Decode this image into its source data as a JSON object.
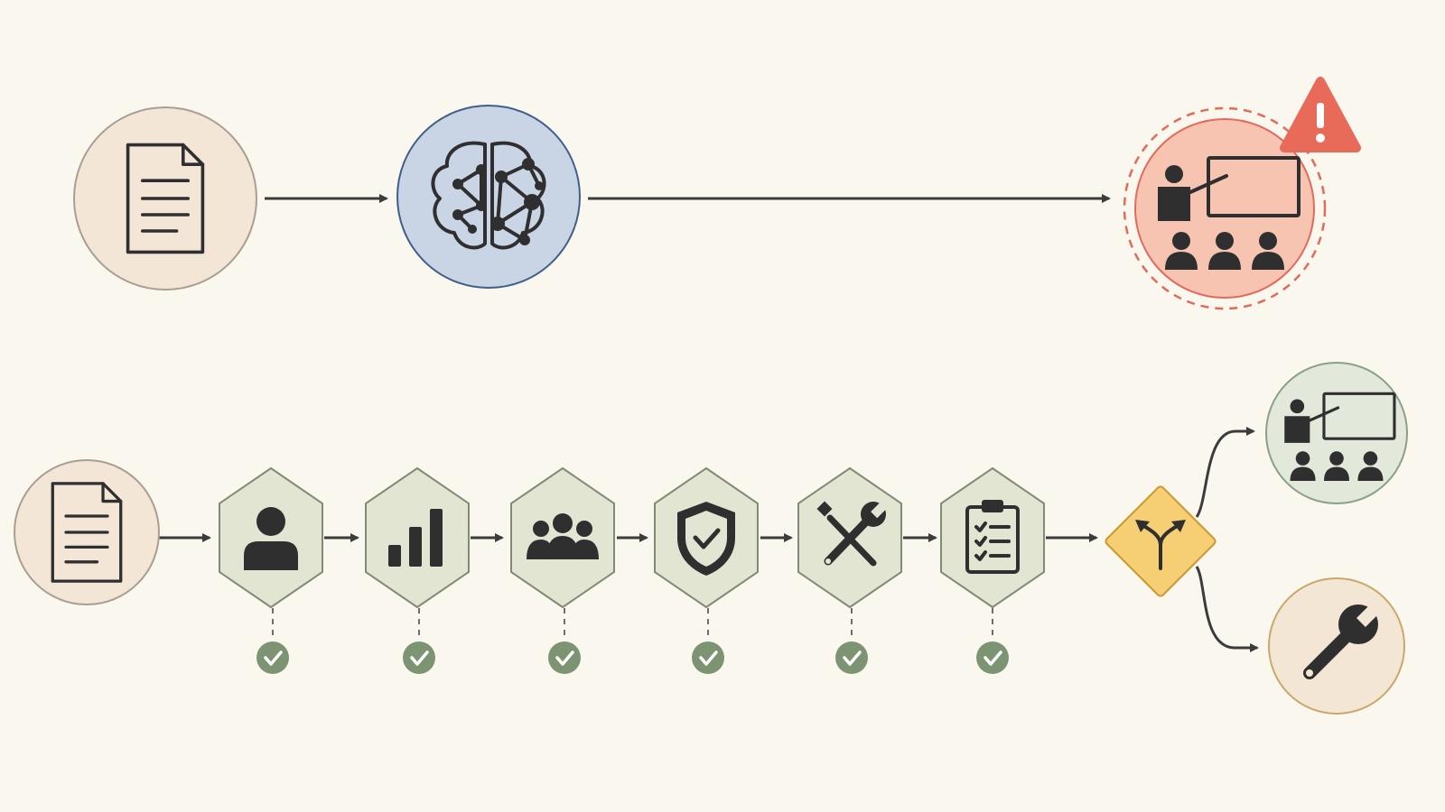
{
  "diagram": {
    "colors": {
      "background": "#faf7ef",
      "document_node": "#f3e6d6",
      "brain_node": "#c9d5e4",
      "alert_node": "#f6c4b1",
      "alert_badge": "#e86a58",
      "step_node": "#e2e5d2",
      "check_badge": "#7d9473",
      "decision_node": "#f6ce74",
      "outcome_training": "#e2e8da",
      "outcome_repair": "#f3e6d4",
      "edge": "#3b3b3b"
    },
    "top_flow": {
      "nodes": [
        {
          "id": "document",
          "icon": "document-icon"
        },
        {
          "id": "ai-model",
          "icon": "brain-network-icon"
        },
        {
          "id": "training",
          "icon": "presentation-audience-icon",
          "flag": "warning-icon"
        }
      ]
    },
    "bottom_flow": {
      "source": {
        "id": "document",
        "icon": "document-icon"
      },
      "steps": [
        {
          "id": "person",
          "icon": "person-icon",
          "status": "check-icon"
        },
        {
          "id": "metrics",
          "icon": "bar-chart-icon",
          "status": "check-icon"
        },
        {
          "id": "team",
          "icon": "group-icon",
          "status": "check-icon"
        },
        {
          "id": "security",
          "icon": "shield-check-icon",
          "status": "check-icon"
        },
        {
          "id": "tools",
          "icon": "tools-icon",
          "status": "check-icon"
        },
        {
          "id": "checklist",
          "icon": "clipboard-checklist-icon",
          "status": "check-icon"
        }
      ],
      "decision": {
        "id": "branch",
        "icon": "split-arrow-icon"
      },
      "outcomes": [
        {
          "id": "training",
          "icon": "presentation-audience-icon"
        },
        {
          "id": "repair",
          "icon": "wrench-icon"
        }
      ]
    }
  }
}
